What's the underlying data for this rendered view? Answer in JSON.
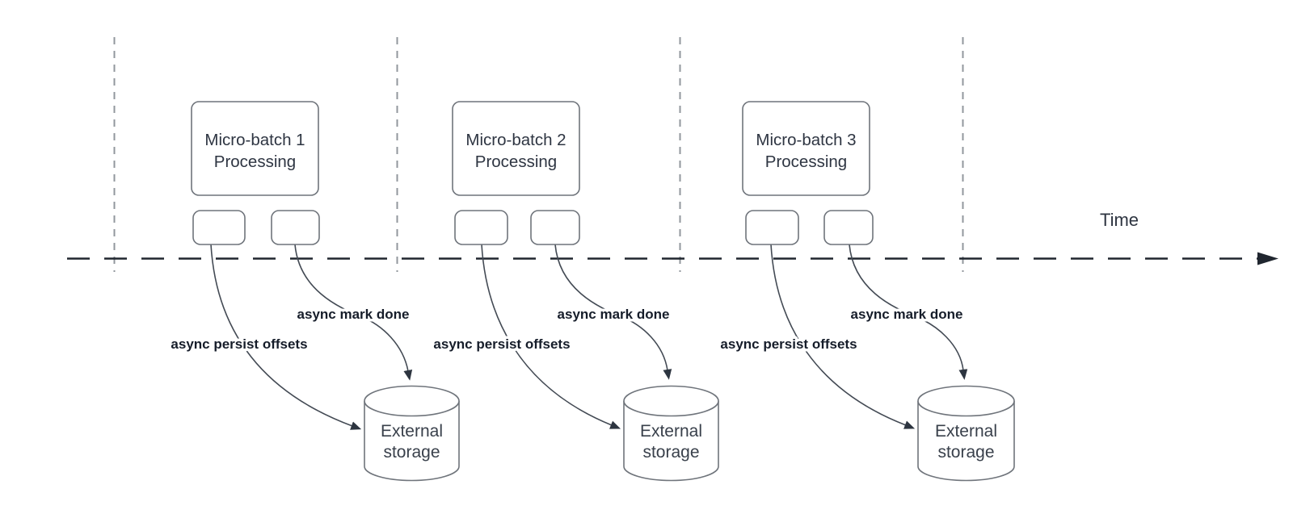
{
  "timeline": {
    "label": "Time"
  },
  "batches": [
    {
      "title_line1": "Micro-batch 1",
      "title_line2": "Processing",
      "persist_label": "async persist offsets",
      "mark_label": "async mark done",
      "storage_line1": "External",
      "storage_line2": "storage"
    },
    {
      "title_line1": "Micro-batch 2",
      "title_line2": "Processing",
      "persist_label": "async persist offsets",
      "mark_label": "async mark done",
      "storage_line1": "External",
      "storage_line2": "storage"
    },
    {
      "title_line1": "Micro-batch 3",
      "title_line2": "Processing",
      "persist_label": "async persist offsets",
      "mark_label": "async mark done",
      "storage_line1": "External",
      "storage_line2": "storage"
    }
  ],
  "colors": {
    "shape_stroke": "#6f747b",
    "connector": "#434a54",
    "axis": "#20262f",
    "guide_line": "#92979d",
    "title_text": "#2e3542",
    "label_text": "#161d2a",
    "storage_text": "#39404b"
  }
}
